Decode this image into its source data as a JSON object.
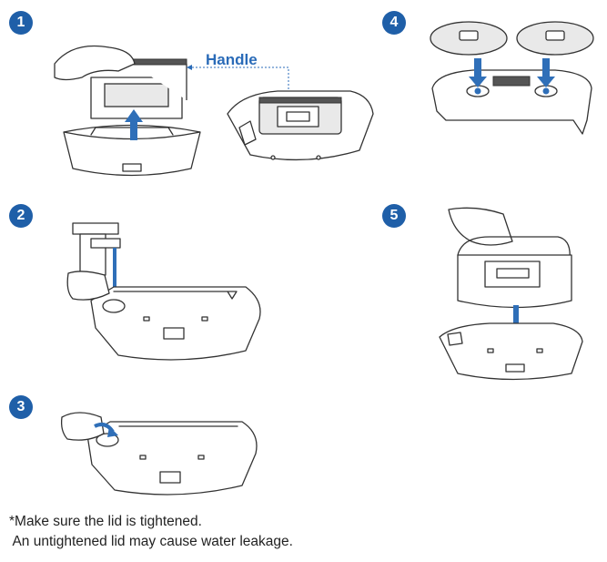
{
  "steps": [
    {
      "number": "1"
    },
    {
      "number": "2"
    },
    {
      "number": "3"
    },
    {
      "number": "4"
    },
    {
      "number": "5"
    }
  ],
  "callouts": {
    "handle_label": "Handle"
  },
  "note": {
    "line1": "*Make sure the lid is tightened.",
    "line2": " An untightened lid may cause water leakage."
  },
  "colors": {
    "badge": "#1f5fa8",
    "arrow": "#2f6fb8",
    "callout_text": "#2a6bb8"
  }
}
